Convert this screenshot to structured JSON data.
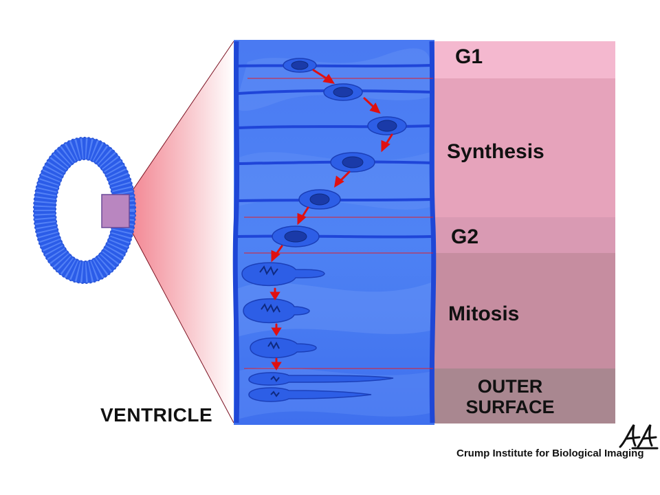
{
  "phases": [
    {
      "id": "g1",
      "label": "G1",
      "color": "#f4b8cf"
    },
    {
      "id": "synthesis",
      "label": "Synthesis",
      "color": "#e6a3bb"
    },
    {
      "id": "g2",
      "label": "G2",
      "color": "#d99ab3"
    },
    {
      "id": "mitosis",
      "label": "Mitosis",
      "color": "#c68da0"
    },
    {
      "id": "outer",
      "label_line1": "OUTER",
      "label_line2": "SURFACE",
      "color": "#a98790"
    }
  ],
  "ventricle_label": "VENTRICLE",
  "credit": "Crump Institute for Biological Imaging",
  "colors": {
    "tissue": "#3a6df0",
    "tissue_dark": "#1f45d8",
    "arrow": "#e01010",
    "zoom_fill": "#f3a0aa",
    "phase_line": "#e0202a"
  },
  "icons": {
    "signature": "signature-logo-icon",
    "arrow": "arrow-icon",
    "cell": "cell-icon"
  }
}
